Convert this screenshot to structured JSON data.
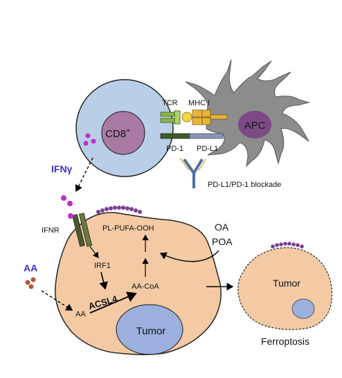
{
  "labels": {
    "cd8": "CD8",
    "cd8_sup": "+",
    "tcr": "TCR",
    "mhc": "MHC I",
    "apc": "APC",
    "pd1": "PD-1",
    "pdl1": "PD-L1",
    "blockade": "PD-L1/PD-1 blockade",
    "ifng": "IFNγ",
    "ifnr": "IFNR",
    "pl_pufa": "PL-PUFA-OOH",
    "oa": "OA",
    "poa": "POA",
    "irf1": "IRF1",
    "aa_left": "AA",
    "acsl4": "ACSL4",
    "aa_coa": "AA-CoA",
    "aa_inner": "AA",
    "tumor": "Tumor",
    "tumor_dead": "Tumor",
    "ferroptosis": "Ferroptosis"
  },
  "colors": {
    "cd8_cell": "#b9cfe8",
    "cd8_nucleus": "#a97aa4",
    "apc_cell": "#8c8c8c",
    "apc_nucleus": "#7d4a86",
    "tumor_cell": "#f4caa4",
    "tumor_nucleus": "#9cb0de",
    "lipid_beads": "#7a3f93",
    "ifn_dots": "#bf2fc7",
    "aa_dots": "#b0583a",
    "accent_text": "#3a2fd0",
    "tcr": "#8bb54a",
    "mhc": "#e8b53a",
    "pd1": "#3f5a2a",
    "pdl1": "#8a93b8",
    "antibody": "#4f6fa8",
    "ifnr": "#4a5a2a"
  }
}
